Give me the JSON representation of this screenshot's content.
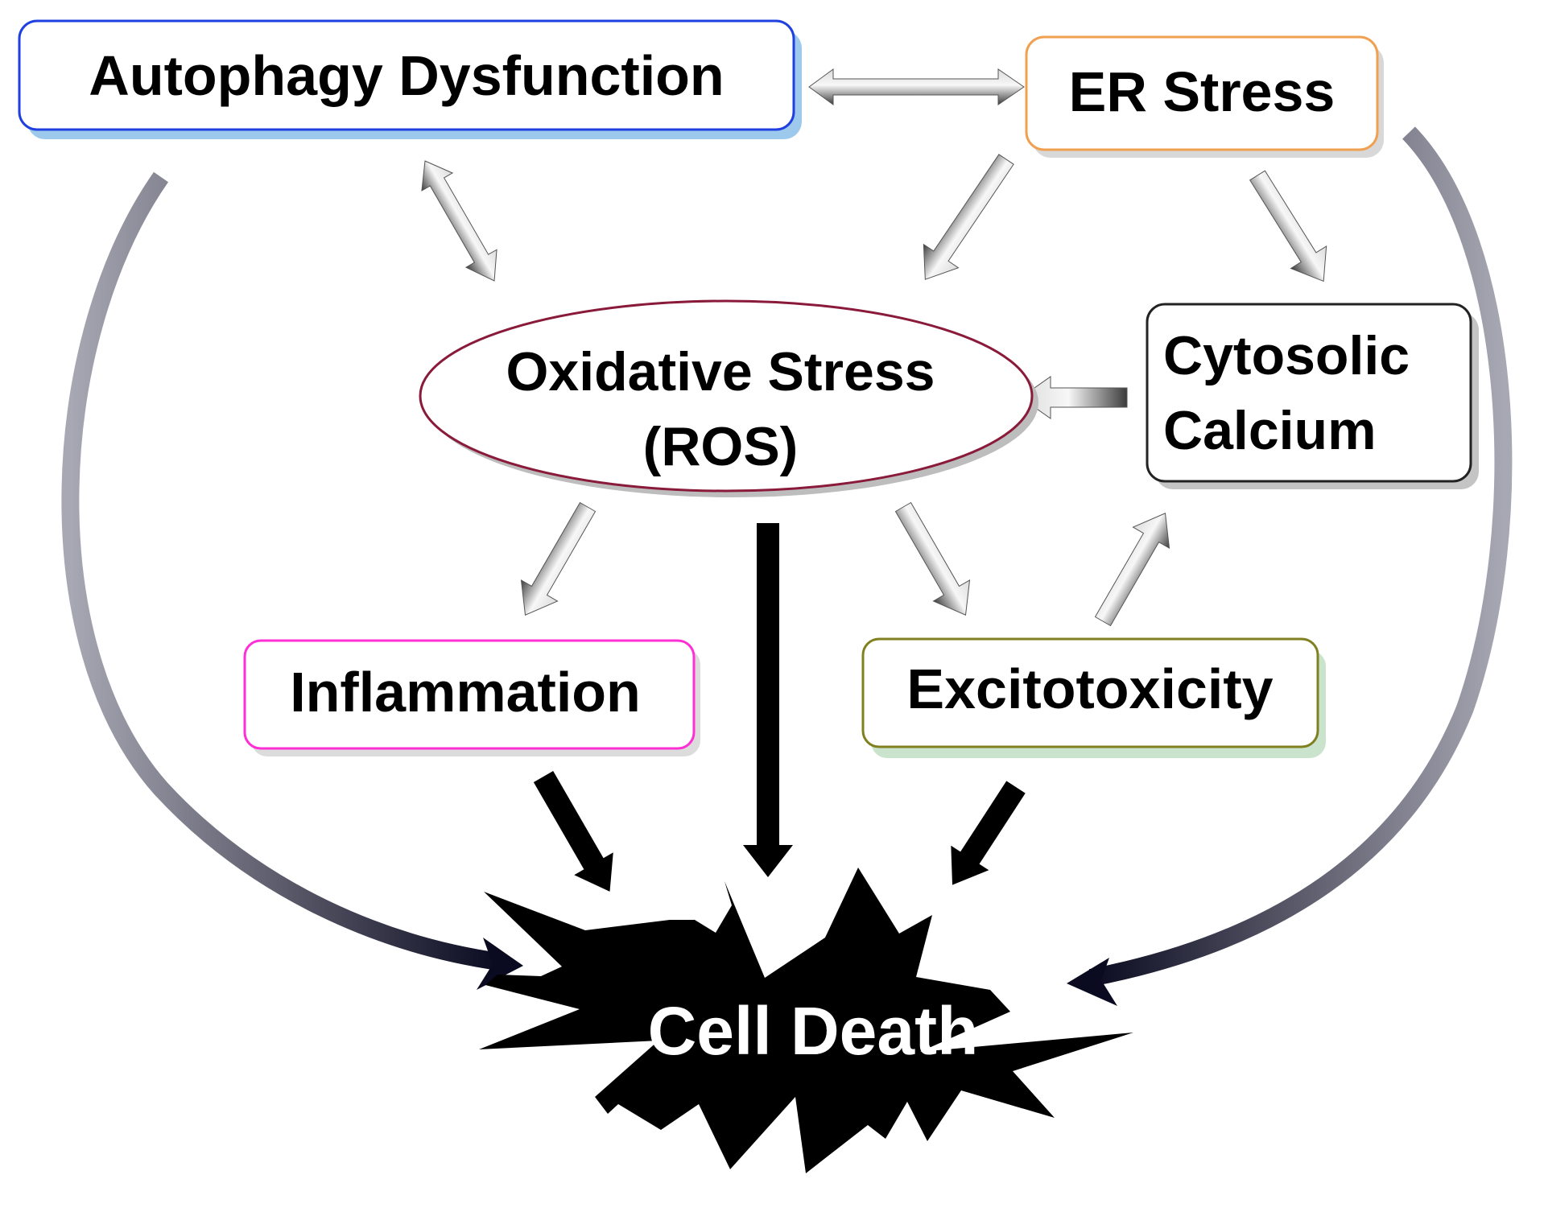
{
  "nodes": {
    "autophagy": {
      "label": "Autophagy Dysfunction",
      "border": "#1f3fe0",
      "shadow": "#9cc9ec"
    },
    "er_stress": {
      "label": "ER Stress",
      "border": "#f0a050",
      "shadow": "#d8d8d8"
    },
    "oxidative": {
      "line1": "Oxidative Stress",
      "line2": "(ROS)",
      "border": "#8a1a3a",
      "shadow": "#bdbdbd"
    },
    "calcium": {
      "line1": "Cytosolic",
      "line2": "Calcium",
      "border": "#222222",
      "shadow": "#c4c4c4"
    },
    "inflammation": {
      "label": "Inflammation",
      "border": "#ff2fd6",
      "shadow": "#dcdcdc"
    },
    "excitotoxicity": {
      "label": "Excitotoxicity",
      "border": "#808020",
      "shadow": "#c9e3cc"
    },
    "cell_death": {
      "label": "Cell Death",
      "fill": "#000000",
      "text_color": "#ffffff"
    }
  },
  "colors": {
    "dark_arrow": "#000000",
    "curve_dark": "#0a0a20",
    "curve_light": "#9a9aa6",
    "grey_arrow_light": "#f2f2f2",
    "grey_arrow_dark": "#4a4a4a"
  }
}
